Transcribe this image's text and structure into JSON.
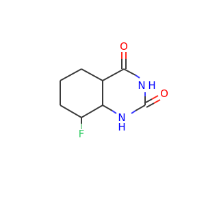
{
  "molecule": {
    "atoms": [
      {
        "id": "o-top",
        "symbol": "O",
        "color": "#ff0000"
      },
      {
        "id": "o-right",
        "symbol": "O",
        "color": "#ff0000"
      },
      {
        "id": "nh-top",
        "symbol": "N",
        "hydrogen": "H",
        "color": "#0000ff"
      },
      {
        "id": "nh-bottom",
        "symbol": "N",
        "hydrogen": "H",
        "color": "#0000ff"
      },
      {
        "id": "f",
        "symbol": "F",
        "color": "#33cc66"
      }
    ],
    "colors": {
      "bond": "#3a3a3a",
      "oxygen": "#ff0000",
      "nitrogen": "#0000ff",
      "fluorine": "#33cc66"
    }
  }
}
